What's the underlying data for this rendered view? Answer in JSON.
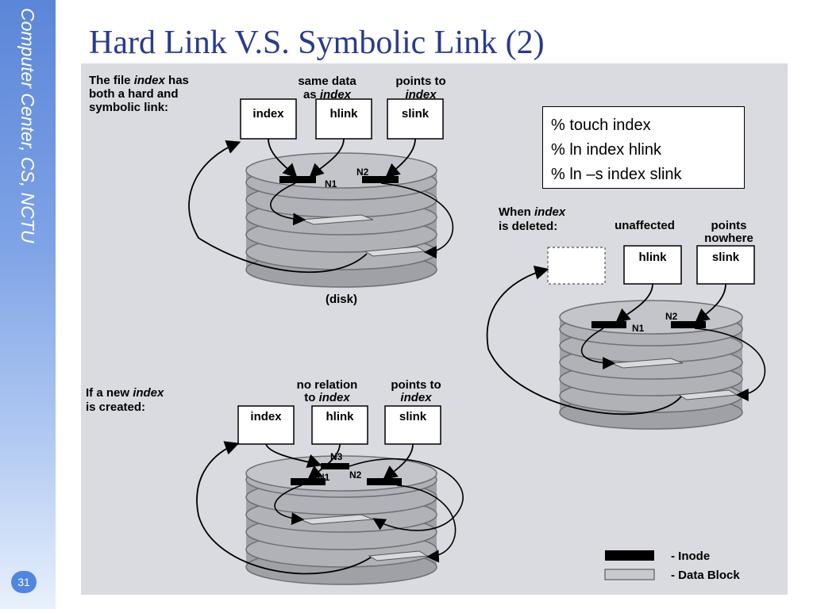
{
  "sidebar": {
    "text": "Computer Center, CS, NCTU"
  },
  "slide": {
    "title": "Hard Link V.S. Symbolic Link (2)",
    "page_number": "31"
  },
  "commands": [
    "% touch index",
    "% ln index hlink",
    "% ln –s index slink"
  ],
  "panel1": {
    "caption_pre": "The file ",
    "caption_em": "index",
    "caption_post1": " has",
    "caption_line2": "both a hard and",
    "caption_line3": "symbolic link:",
    "label_same_line1": "same data",
    "label_same_pre": "as ",
    "label_same_em": "index",
    "label_points_line1": "points to",
    "label_points_em": "index",
    "box_index": "index",
    "box_hlink": "hlink",
    "box_slink": "slink",
    "n1": "N1",
    "n2": "N2",
    "disk_label": "(disk)"
  },
  "panel2": {
    "caption_pre": "When ",
    "caption_em": "index",
    "caption_line2": "is deleted:",
    "label_unaffected": "unaffected",
    "label_points_line1": "points",
    "label_points_line2": "nowhere",
    "box_hlink": "hlink",
    "box_slink": "slink",
    "n1": "N1",
    "n2": "N2"
  },
  "panel3": {
    "caption_pre": "If a new ",
    "caption_em": "index",
    "caption_line2": "is created:",
    "label_norel_line1": "no relation",
    "label_norel_pre": "to ",
    "label_norel_em": "index",
    "label_points_line1": "points to",
    "label_points_em": "index",
    "box_index": "index",
    "box_hlink": "hlink",
    "box_slink": "slink",
    "n1": "N1",
    "n2": "N2",
    "n3": "N3"
  },
  "legend": {
    "inode_label": "- Inode",
    "data_block_label": "- Data Block"
  },
  "colors": {
    "title": "#2a3a8c",
    "sidebar": "#5b86d8",
    "disk": "#a9abb0",
    "inode": "#000000",
    "data_block": "#c8cacf"
  }
}
